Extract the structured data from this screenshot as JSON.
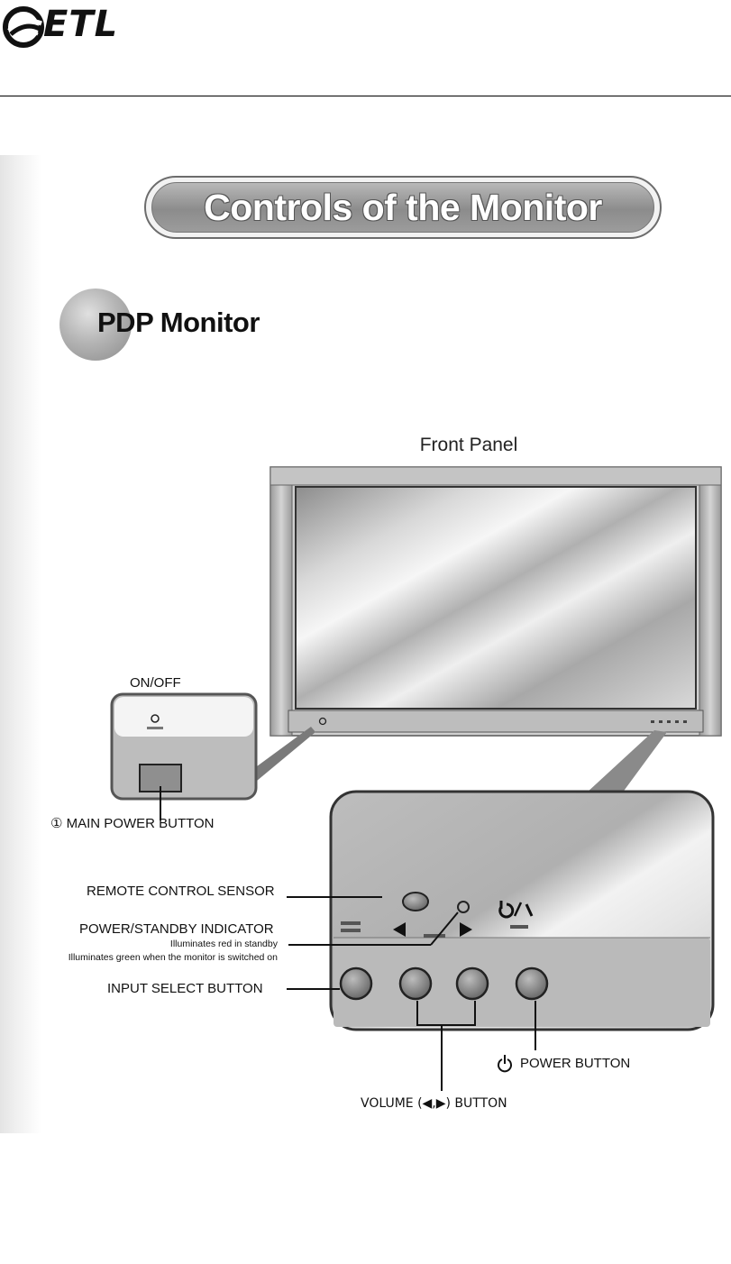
{
  "header": {
    "logo_text": "ETL"
  },
  "title": "Controls of the Monitor",
  "section_title": "PDP Monitor",
  "figure": {
    "caption": "Front Panel",
    "on_off_label": "ON/OFF",
    "main_power_label": "MAIN POWER BUTTON",
    "main_power_symbol": "①",
    "remote_sensor_label": "REMOTE CONTROL SENSOR",
    "indicator_label": "POWER/STANDBY INDICATOR",
    "indicator_note_1": "Illuminates red in standby",
    "indicator_note_2": "Illuminates green when the monitor is switched on",
    "input_select_label": "INPUT SELECT BUTTON",
    "power_button_label": "POWER BUTTON",
    "volume_label": "VOLUME (◀,▶) BUTTON"
  },
  "colors": {
    "screen_light": "#f5f5f5",
    "screen_dark": "#9a9a9a",
    "frame": "#b4b4b4",
    "accent_gray": "#8c8c8c"
  }
}
